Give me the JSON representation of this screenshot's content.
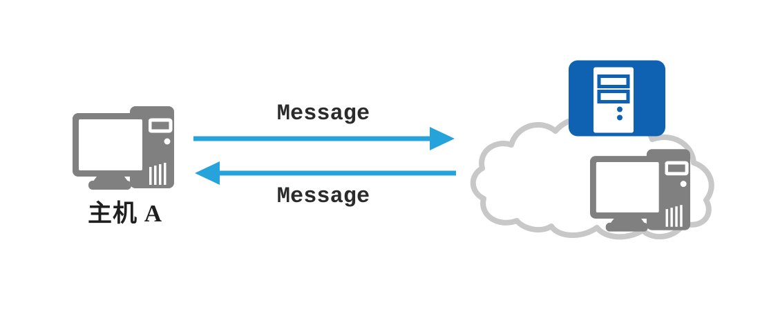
{
  "diagram": {
    "host_label": "主机 A",
    "message_top": "Message",
    "message_bottom": "Message",
    "arrows": [
      {
        "name": "arrow-right",
        "direction": "host-to-cloud",
        "label": "Message"
      },
      {
        "name": "arrow-left",
        "direction": "cloud-to-host",
        "label": "Message"
      }
    ],
    "icons": {
      "host": "desktop-computer-icon",
      "network": "cloud-icon",
      "server": "server-icon",
      "remote": "desktop-computer-icon"
    },
    "colors": {
      "arrow_blue": "#27a3dc",
      "server_blue": "#0f62b2",
      "device_gray": "#808080",
      "cloud_gray": "#c8c8c8",
      "label_color": "#1f1f1f",
      "message_color": "#2b2b2b",
      "canvas_bg": "#ffffff"
    }
  }
}
